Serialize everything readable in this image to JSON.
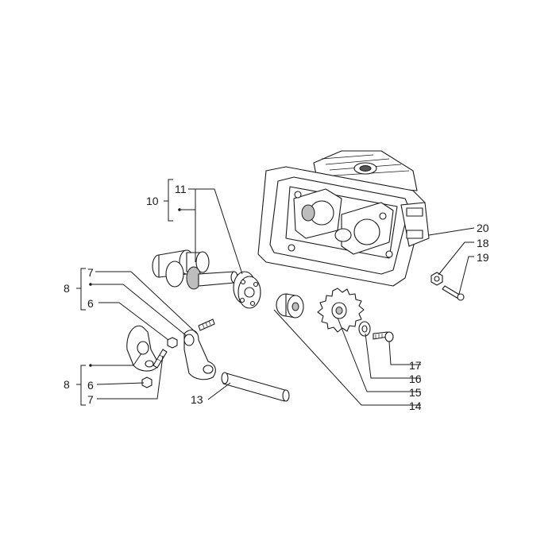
{
  "labels": {
    "l10": "10",
    "l11": "11",
    "l8a": "8",
    "l7a": "7",
    "l6a": "6",
    "l8b": "8",
    "l6b": "6",
    "l7b": "7",
    "l13": "13",
    "l14": "14",
    "l15": "15",
    "l16": "16",
    "l17": "17",
    "l18": "18",
    "l19": "19",
    "l20": "20"
  },
  "colors": {
    "line": "#1a1a1a",
    "background": "#ffffff",
    "shade": "#bdbdbd"
  }
}
